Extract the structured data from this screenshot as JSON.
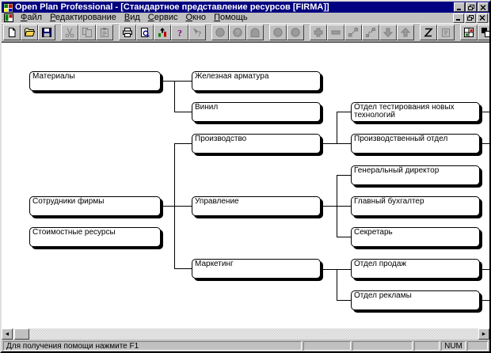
{
  "window": {
    "title": "Open Plan Professional - [Стандартное представление ресурсов [FIRMA]]"
  },
  "menu": {
    "items": [
      {
        "key": "Ф",
        "rest": "айл"
      },
      {
        "key": "Р",
        "rest": "едактирование"
      },
      {
        "key": "В",
        "rest": "ид"
      },
      {
        "key": "С",
        "rest": "ервис"
      },
      {
        "key": "О",
        "rest": "кно"
      },
      {
        "key": "П",
        "rest": "омощь"
      }
    ]
  },
  "toolbar": {
    "buttons": [
      {
        "name": "new",
        "enabled": true
      },
      {
        "name": "open",
        "enabled": true
      },
      {
        "name": "save",
        "enabled": true
      },
      {
        "name": "cut",
        "enabled": false
      },
      {
        "name": "copy",
        "enabled": false
      },
      {
        "name": "paste",
        "enabled": false
      },
      {
        "name": "print",
        "enabled": true
      },
      {
        "name": "print-preview",
        "enabled": true
      },
      {
        "name": "update",
        "enabled": true
      },
      {
        "name": "help",
        "enabled": true
      },
      {
        "name": "context-help",
        "enabled": false
      },
      {
        "name": "shape-circle",
        "enabled": false
      },
      {
        "name": "shape-circle-2",
        "enabled": false
      },
      {
        "name": "shape-dome",
        "enabled": false
      },
      {
        "name": "shape-circle-3",
        "enabled": false
      },
      {
        "name": "shape-circle-4",
        "enabled": false
      },
      {
        "name": "add",
        "enabled": false
      },
      {
        "name": "remove",
        "enabled": false
      },
      {
        "name": "link",
        "enabled": false
      },
      {
        "name": "steps",
        "enabled": false
      },
      {
        "name": "move-down",
        "enabled": false
      },
      {
        "name": "move-up",
        "enabled": false
      },
      {
        "name": "zoom-z",
        "enabled": true
      },
      {
        "name": "notes",
        "enabled": false
      },
      {
        "name": "window-view",
        "enabled": true
      },
      {
        "name": "window-arrange",
        "enabled": true
      }
    ]
  },
  "tree": {
    "nodes": [
      {
        "label": "Материалы"
      },
      {
        "label": "Сотрудники фирмы"
      },
      {
        "label": "Стоимостные ресурсы"
      },
      {
        "label": "Железная арматура"
      },
      {
        "label": "Винил"
      },
      {
        "label": "Производство"
      },
      {
        "label": "Управление"
      },
      {
        "label": "Маркетинг"
      },
      {
        "label": "Отдел тестирования новых технологий"
      },
      {
        "label": "Производственный отдел"
      },
      {
        "label": "Генеральный директор"
      },
      {
        "label": "Главный бухгалтер"
      },
      {
        "label": "Секретарь"
      },
      {
        "label": "Отдел продаж"
      },
      {
        "label": "Отдел рекламы"
      }
    ]
  },
  "scrollbar": {
    "left_arrow": "◄",
    "right_arrow": "►"
  },
  "statusbar": {
    "message": "Для получения помощи нажмите F1",
    "num": "NUM"
  },
  "colors": {
    "titlebar": "#000080",
    "chrome": "#c0c0c0",
    "client": "#ffffff",
    "line": "#000000"
  }
}
